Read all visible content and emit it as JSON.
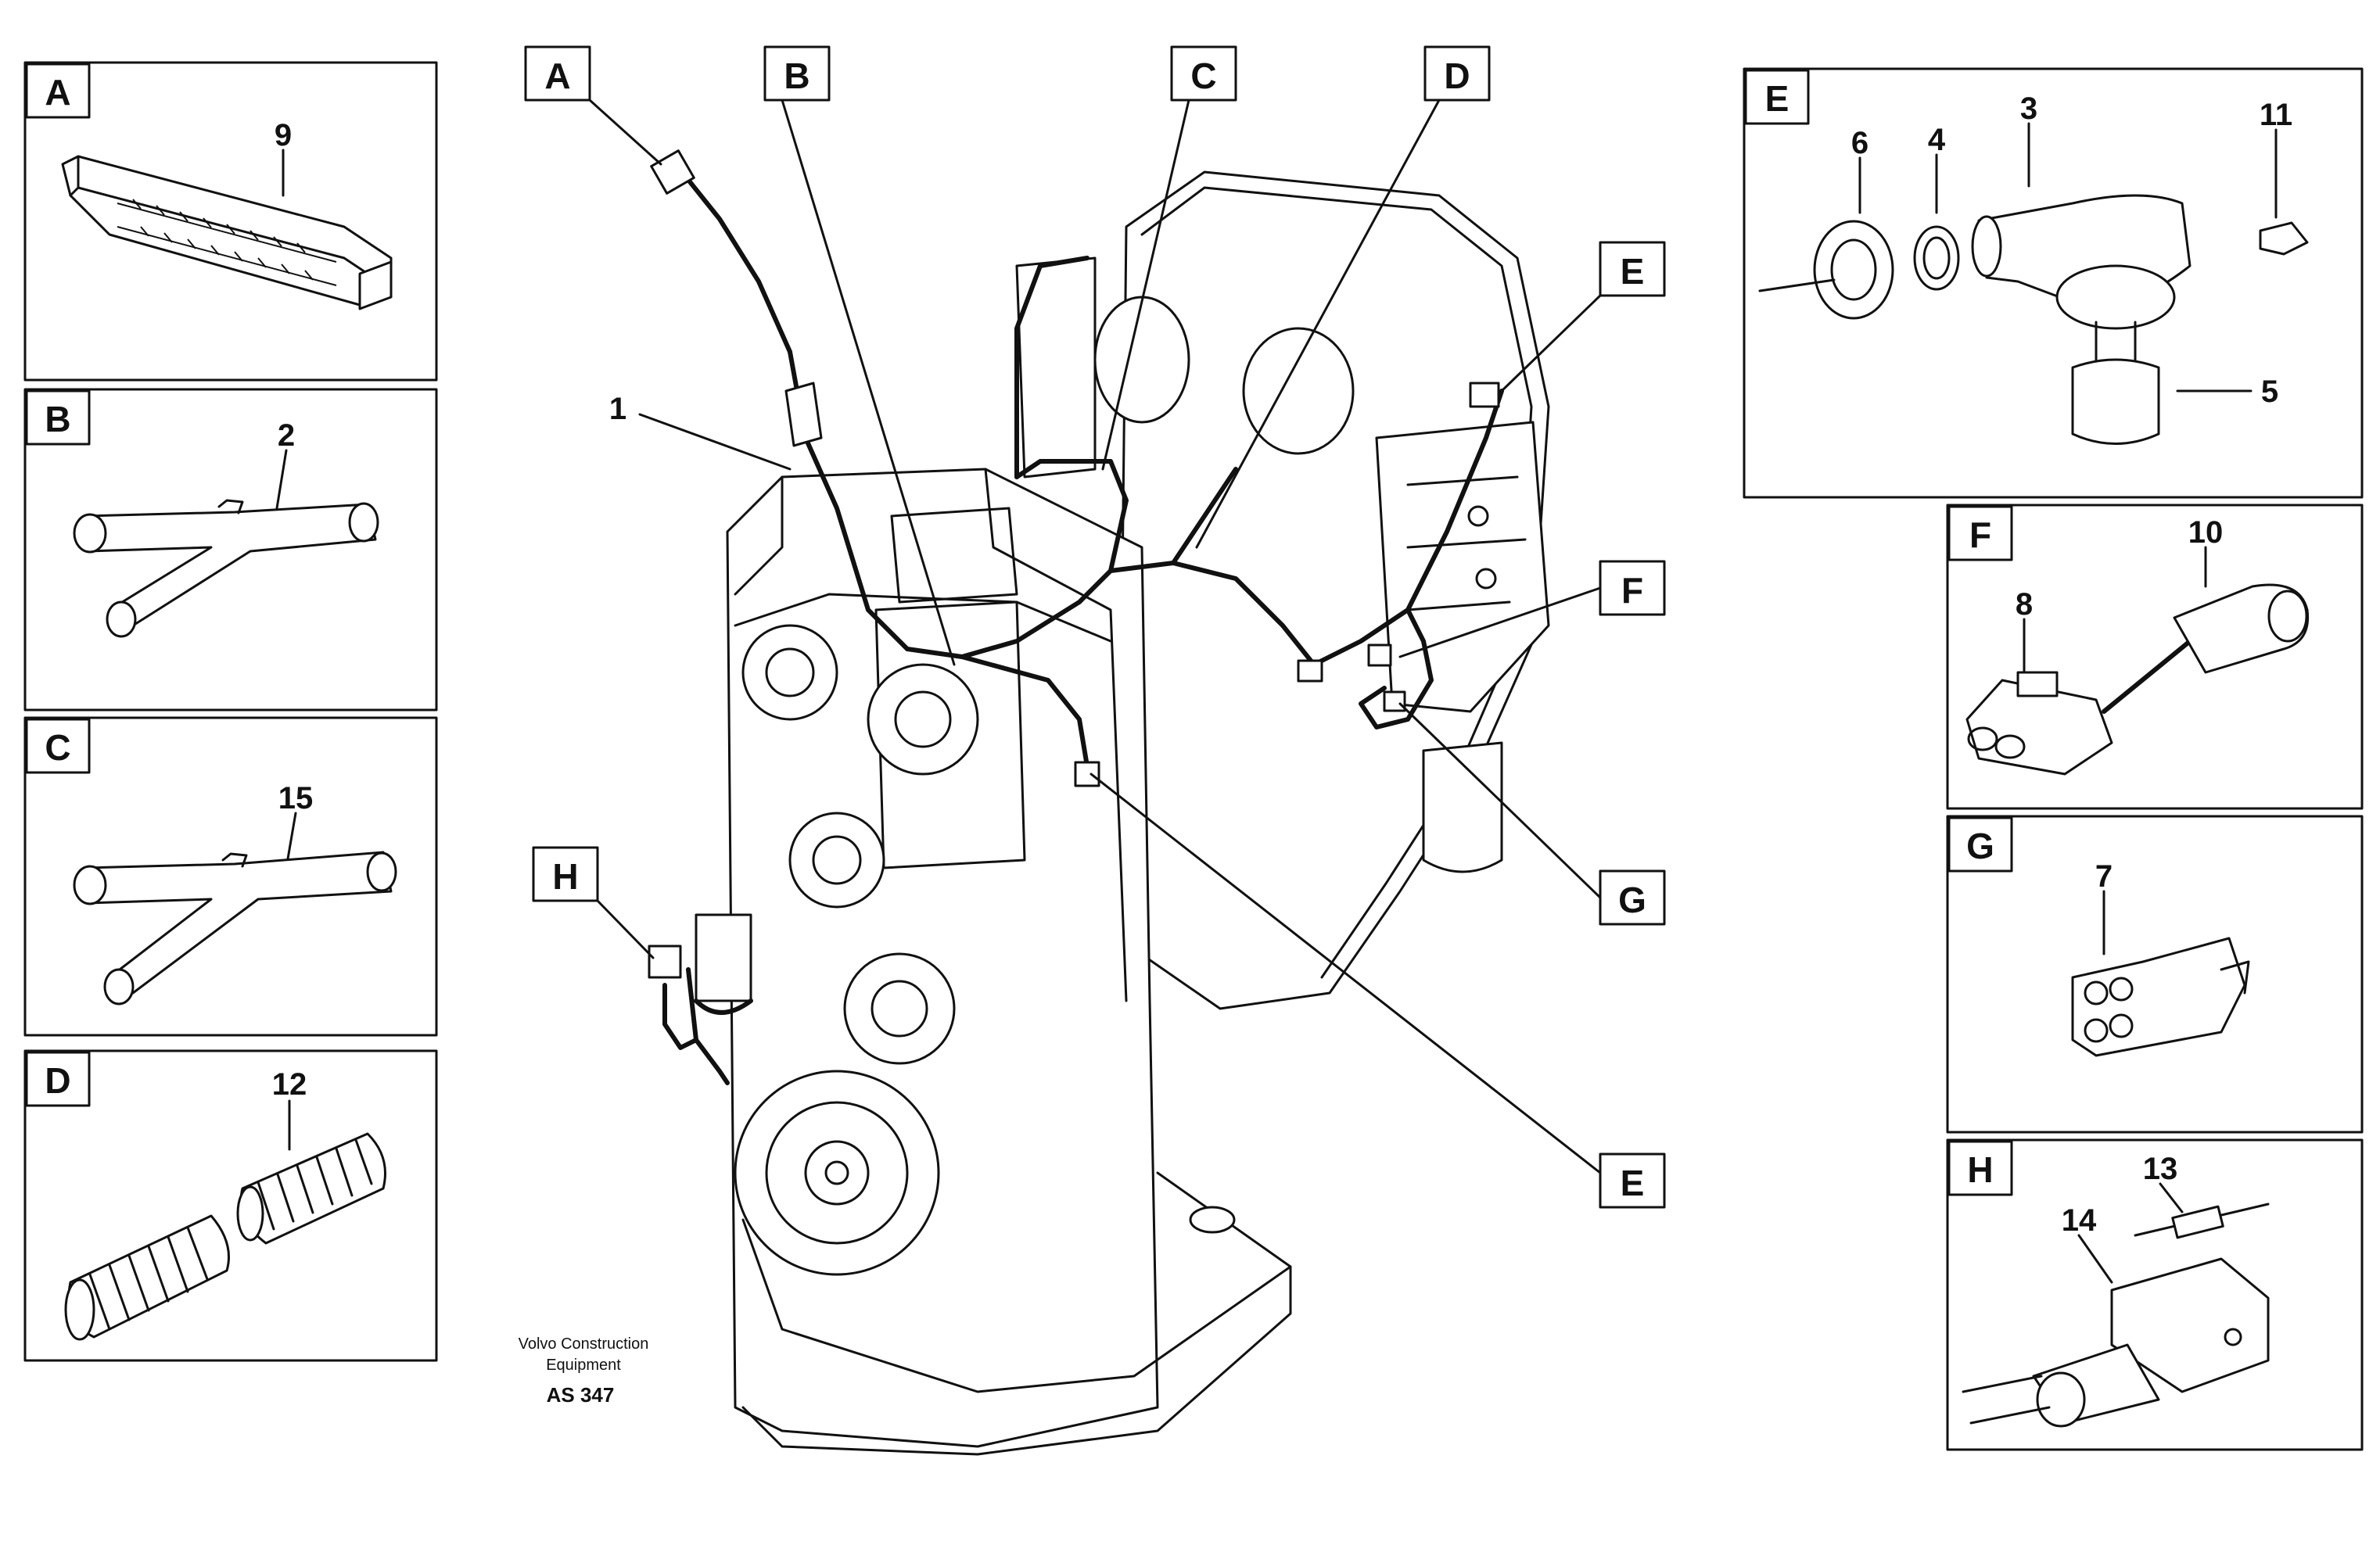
{
  "callouts": [
    "A",
    "B",
    "C",
    "D",
    "E",
    "F",
    "G",
    "H",
    "E"
  ],
  "leader_labels": {
    "item1": "1"
  },
  "panels": [
    {
      "letter": "A",
      "numbers": [
        "9"
      ]
    },
    {
      "letter": "B",
      "numbers": [
        "2"
      ]
    },
    {
      "letter": "C",
      "numbers": [
        "15"
      ]
    },
    {
      "letter": "D",
      "numbers": [
        "12"
      ]
    },
    {
      "letter": "E",
      "numbers": [
        "6",
        "4",
        "3",
        "11",
        "5"
      ]
    },
    {
      "letter": "F",
      "numbers": [
        "10",
        "8"
      ]
    },
    {
      "letter": "G",
      "numbers": [
        "7"
      ]
    },
    {
      "letter": "H",
      "numbers": [
        "13",
        "14"
      ]
    }
  ],
  "footer": {
    "line1": "Volvo Construction",
    "line2": "Equipment",
    "code": "AS 347"
  }
}
